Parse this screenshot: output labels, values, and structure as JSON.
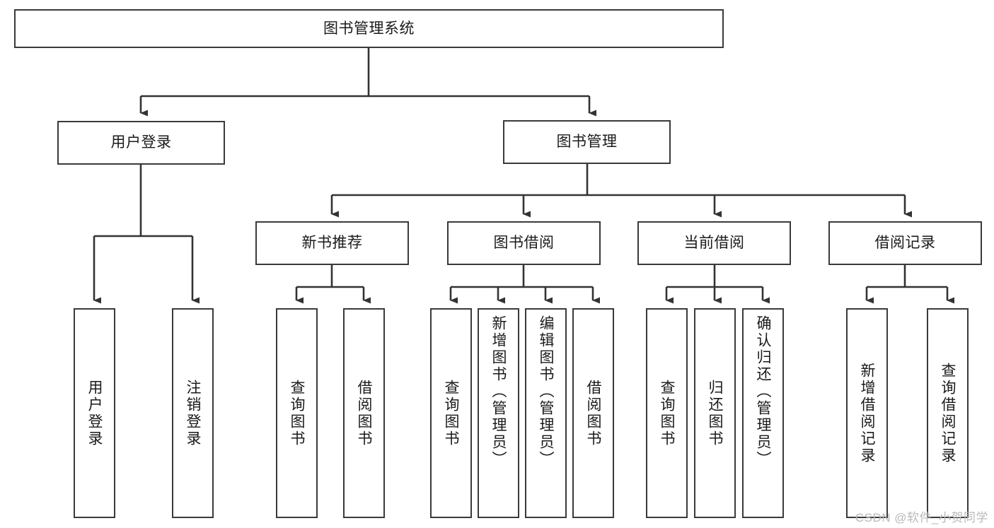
{
  "diagram": {
    "type": "tree-hierarchy",
    "title": "图书管理系统",
    "watermark": "CSDN @软件_小贺同学",
    "colors": {
      "box_stroke": "#3a3a3a",
      "box_fill": "#ffffff",
      "connector": "#333333",
      "text": "#1a1a1a",
      "watermark": "#b9b9b9"
    },
    "levels": {
      "root": {
        "label": "图书管理系统"
      },
      "level2": [
        {
          "label": "用户登录"
        },
        {
          "label": "图书管理"
        }
      ],
      "level3": [
        {
          "label": "新书推荐"
        },
        {
          "label": "图书借阅"
        },
        {
          "label": "当前借阅"
        },
        {
          "label": "借阅记录"
        }
      ],
      "leaves": {
        "user_login": [
          {
            "label": "用户登录"
          },
          {
            "label": "注销登录"
          }
        ],
        "new_book_recommend": [
          {
            "label": "查询图书"
          },
          {
            "label": "借阅图书"
          }
        ],
        "book_borrow": [
          {
            "label": "查询图书"
          },
          {
            "label": "新增图书（管理员）"
          },
          {
            "label": "编辑图书（管理员）"
          },
          {
            "label": "借阅图书"
          }
        ],
        "current_borrow": [
          {
            "label": "查询图书"
          },
          {
            "label": "归还图书"
          },
          {
            "label": "确认归还（管理员）"
          }
        ],
        "borrow_record": [
          {
            "label": "新增借阅记录"
          },
          {
            "label": "查询借阅记录"
          }
        ]
      }
    }
  }
}
